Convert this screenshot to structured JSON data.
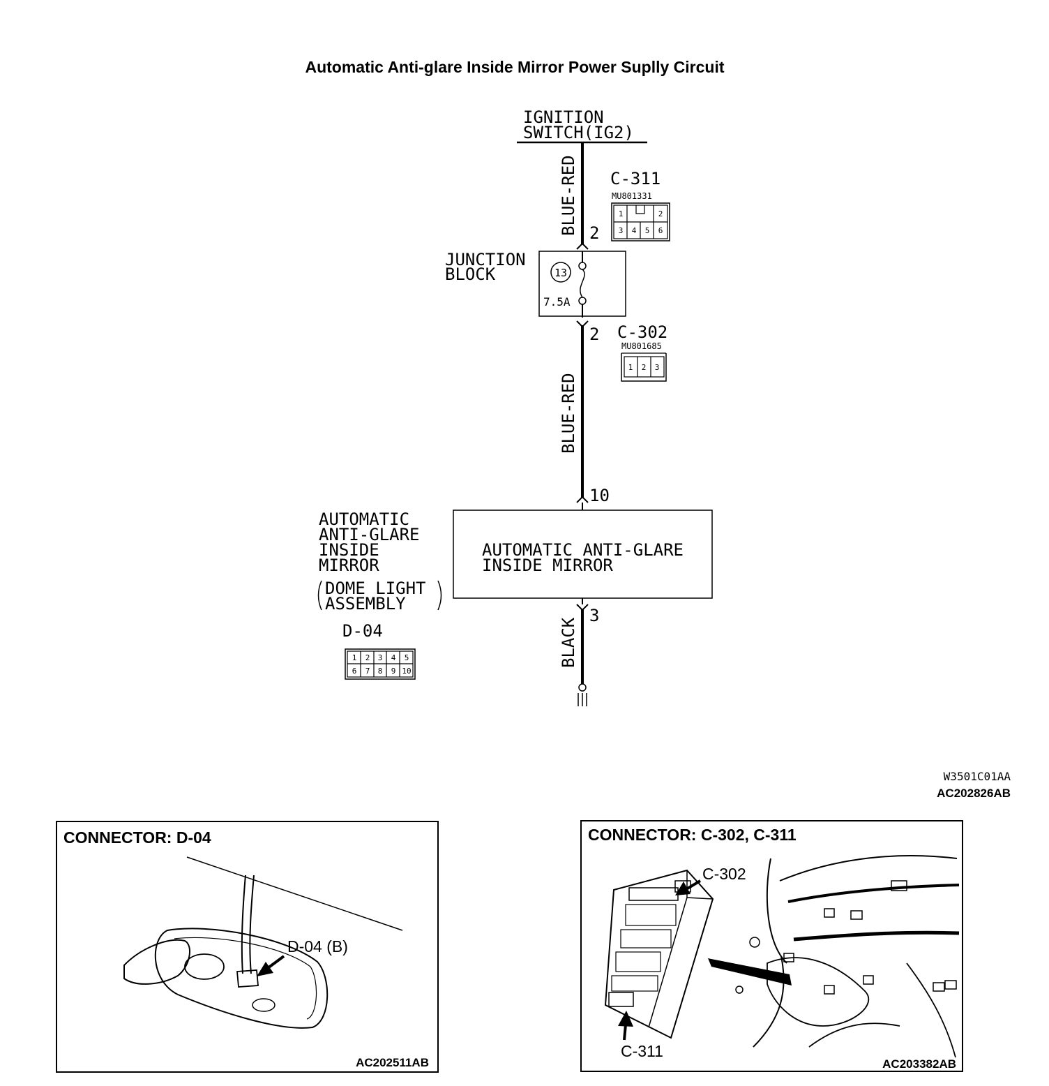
{
  "title": "Automatic Anti-glare Inside Mirror Power Suplly Circuit",
  "power_source": {
    "line1": "IGNITION",
    "line2": "SWITCH(IG2)"
  },
  "wire_upper": {
    "color": "BLUE-RED",
    "pin_top": "2"
  },
  "junction_block": {
    "label_line1": "JUNCTION",
    "label_line2": "BLOCK",
    "fuse_number": "13",
    "fuse_rating": "7.5A"
  },
  "wire_middle": {
    "color": "BLUE-RED",
    "pin_top": "2",
    "pin_bottom": "10"
  },
  "connector_c311": {
    "name": "C-311",
    "part": "MU801331",
    "cells": [
      "1",
      "2",
      "3",
      "4",
      "5",
      "6"
    ]
  },
  "connector_c302": {
    "name": "C-302",
    "part": "MU801685",
    "cells": [
      "1",
      "2",
      "3"
    ]
  },
  "mirror": {
    "label_lines": [
      "AUTOMATIC",
      "ANTI-GLARE",
      "INSIDE",
      "MIRROR"
    ],
    "sub_lines": [
      "DOME LIGHT",
      "ASSEMBLY"
    ],
    "box_line1": "AUTOMATIC ANTI-GLARE",
    "box_line2": "INSIDE MIRROR",
    "connector": "D-04",
    "cells_row1": [
      "1",
      "2",
      "3",
      "4",
      "5"
    ],
    "cells_row2": [
      "6",
      "7",
      "8",
      "9",
      "10"
    ]
  },
  "wire_lower": {
    "color": "BLACK",
    "pin": "3"
  },
  "codes": {
    "ref1": "W3501C01AA",
    "ref2": "AC202826AB"
  },
  "panel_left": {
    "title": "CONNECTOR: D-04",
    "callout": "D-04 (B)",
    "code": "AC202511AB"
  },
  "panel_right": {
    "title": "CONNECTOR: C-302, C-311",
    "callout_top": "C-302",
    "callout_bottom": "C-311",
    "code": "AC203382AB"
  }
}
